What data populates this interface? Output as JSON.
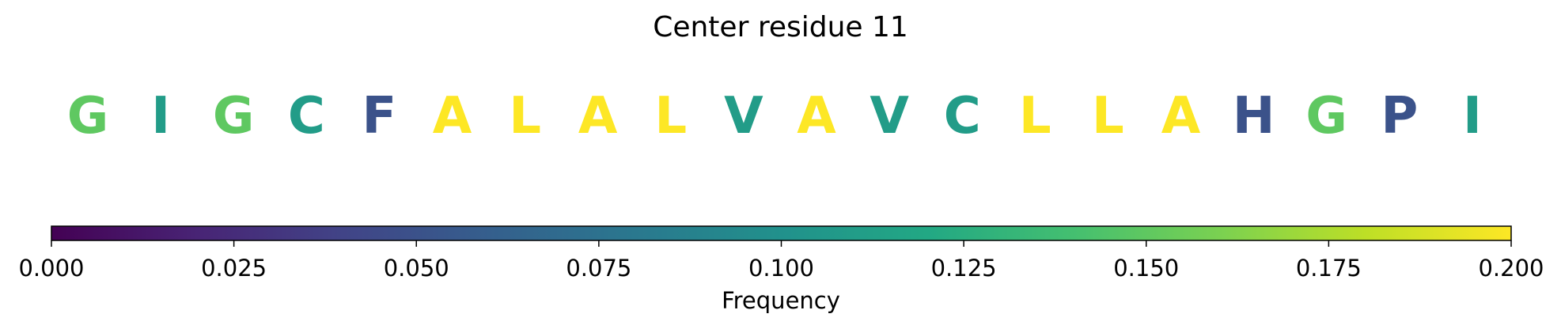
{
  "chart_data": {
    "type": "heatmap",
    "title": "Center residue 11",
    "residues": [
      {
        "letter": "G",
        "frequency": 0.15
      },
      {
        "letter": "I",
        "frequency": 0.11
      },
      {
        "letter": "G",
        "frequency": 0.15
      },
      {
        "letter": "C",
        "frequency": 0.11
      },
      {
        "letter": "F",
        "frequency": 0.05
      },
      {
        "letter": "A",
        "frequency": 0.2
      },
      {
        "letter": "L",
        "frequency": 0.2
      },
      {
        "letter": "A",
        "frequency": 0.2
      },
      {
        "letter": "L",
        "frequency": 0.2
      },
      {
        "letter": "V",
        "frequency": 0.11
      },
      {
        "letter": "A",
        "frequency": 0.2
      },
      {
        "letter": "V",
        "frequency": 0.11
      },
      {
        "letter": "C",
        "frequency": 0.11
      },
      {
        "letter": "L",
        "frequency": 0.2
      },
      {
        "letter": "L",
        "frequency": 0.2
      },
      {
        "letter": "A",
        "frequency": 0.2
      },
      {
        "letter": "H",
        "frequency": 0.05
      },
      {
        "letter": "G",
        "frequency": 0.15
      },
      {
        "letter": "P",
        "frequency": 0.05
      },
      {
        "letter": "I",
        "frequency": 0.11
      }
    ],
    "colorbar": {
      "label": "Frequency",
      "colormap": "viridis",
      "range": [
        0.0,
        0.2
      ],
      "ticks": [
        "0.000",
        "0.025",
        "0.050",
        "0.075",
        "0.100",
        "0.125",
        "0.150",
        "0.175",
        "0.200"
      ]
    }
  }
}
